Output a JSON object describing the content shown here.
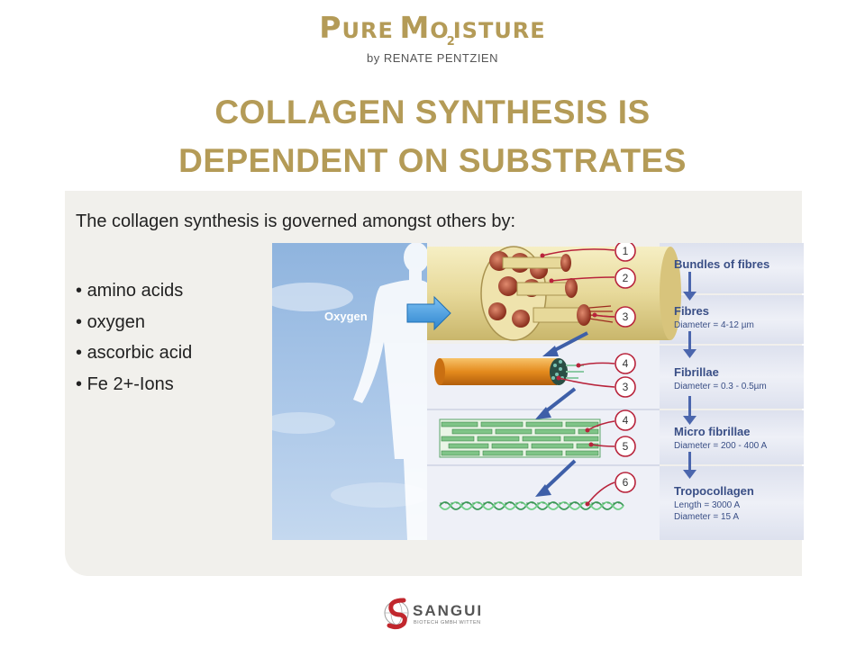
{
  "logo": {
    "brand_p": "P",
    "brand_ure": "URE",
    "brand_m": "M",
    "brand_o": "O",
    "brand_sub": "2",
    "brand_isture": "ISTURE",
    "byline": "by RENATE PENTZIEN"
  },
  "title": {
    "line1": "COLLAGEN SYNTHESIS IS",
    "line2": "DEPENDENT ON SUBSTRATES"
  },
  "content": {
    "intro": "The collagen synthesis is governed amongst others by:",
    "bullets": [
      "amino acids",
      "oxygen",
      "ascorbic acid",
      "Fe 2+-Ions"
    ]
  },
  "figure": {
    "oxygen_label": "Oxygen",
    "numbers": [
      "1",
      "2",
      "3",
      "4",
      "3",
      "4",
      "5",
      "6"
    ],
    "levels": [
      {
        "name": "Bundles of fibres",
        "detail": ""
      },
      {
        "name": "Fibres",
        "detail": "Diameter = 4-12 µm"
      },
      {
        "name": "Fibrillae",
        "detail": "Diameter = 0.3 - 0.5µm"
      },
      {
        "name": "Micro fibrillae",
        "detail": "Diameter = 200 - 400 A"
      },
      {
        "name": "Tropocollagen",
        "detail": "Length = 3000 A",
        "detail2": "Diameter = 15 A"
      }
    ]
  },
  "footer": {
    "company": "SANGUI",
    "tagline": "BIOTECH GMBH WITTEN"
  },
  "colors": {
    "gold": "#b49b57",
    "panel": "#f1f0ec",
    "label_blue": "#3a4f86",
    "callout_red": "#b8233b",
    "footer_red": "#c1272d"
  }
}
